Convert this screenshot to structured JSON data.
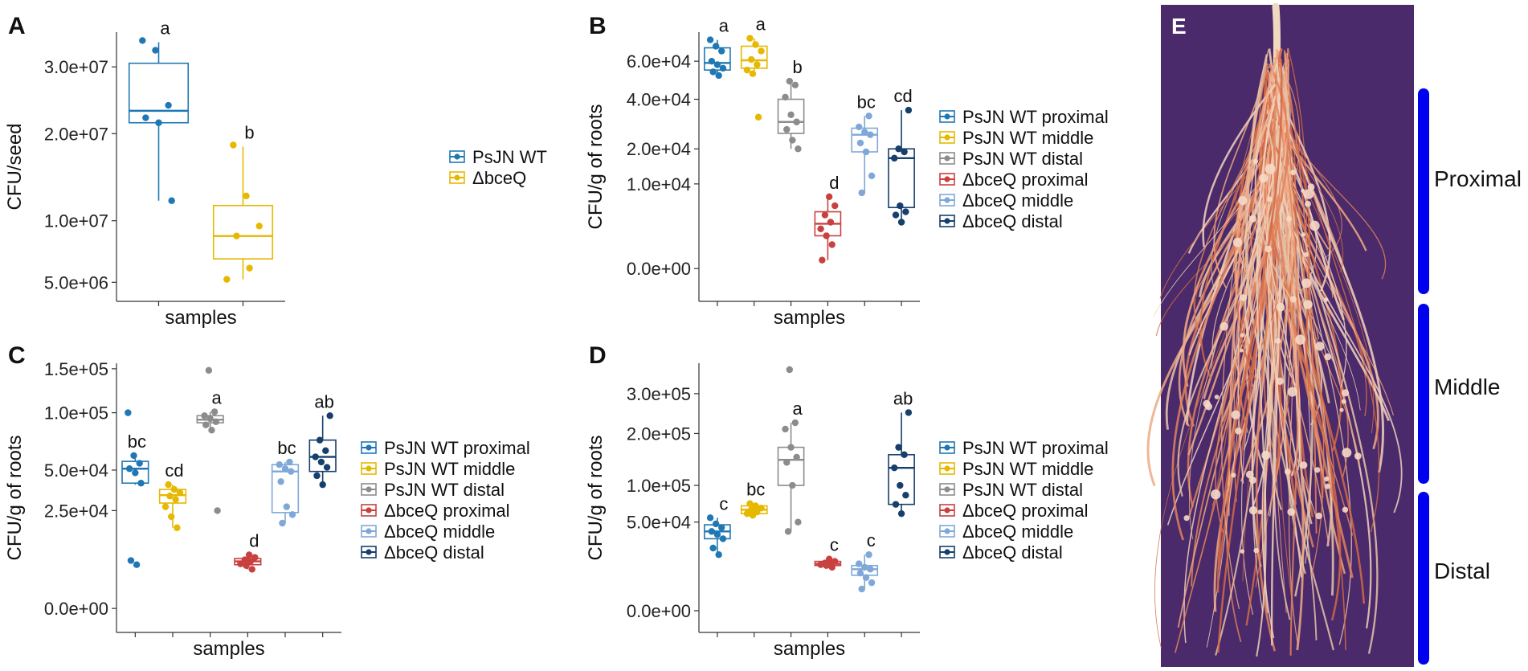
{
  "colors": {
    "wt_proximal": "#1f78b4",
    "wt_middle": "#e6b800",
    "wt_distal": "#8c8c8c",
    "bce_proximal": "#c8413f",
    "bce_middle": "#7fa8d8",
    "bce_distal": "#163f6b",
    "bracket_blue": "#0000ee",
    "photo_bg": "#4a2a6a",
    "root_color": "#e0825c"
  },
  "chart_data": [
    {
      "id": "A",
      "type": "box",
      "panel_label": "A",
      "ylabel": "CFU/seed",
      "xlabel": "samples",
      "y_scale": "sqrt",
      "ylim": [
        3800000,
        36000000
      ],
      "y_ticks": [
        {
          "value": 5000000,
          "label": "5.0e+06"
        },
        {
          "value": 10000000,
          "label": "1.0e+07"
        },
        {
          "value": 20000000,
          "label": "2.0e+07"
        },
        {
          "value": 30000000,
          "label": "3.0e+07"
        }
      ],
      "legend": [
        {
          "label": "PsJN WT",
          "color_key": "wt_proximal"
        },
        {
          "label": "ΔbceQ",
          "color_key": "wt_middle"
        }
      ],
      "groups": [
        {
          "name": "PsJN WT",
          "color_key": "wt_proximal",
          "min": 12000000,
          "q1": 21500000,
          "median": 23200000,
          "q3": 30600000,
          "max": 34200000,
          "sig": "a",
          "points": [
            34500000,
            32800000,
            24000000,
            22200000,
            21500000,
            12000000
          ]
        },
        {
          "name": "ΔbceQ",
          "color_key": "wt_middle",
          "min": 5200000,
          "q1": 6700000,
          "median": 8600000,
          "q3": 11500000,
          "max": 18300000,
          "sig": "b",
          "points": [
            18500000,
            12500000,
            9500000,
            8600000,
            6000000,
            5200000
          ]
        }
      ]
    },
    {
      "id": "B",
      "type": "box",
      "panel_label": "B",
      "ylabel": "CFU/g of roots",
      "xlabel": "samples",
      "y_scale": "sqrt",
      "ylim": [
        -1500,
        78000
      ],
      "y_ticks": [
        {
          "value": 0,
          "label": "0.0e+00"
        },
        {
          "value": 10000,
          "label": "1.0e+04"
        },
        {
          "value": 20000,
          "label": "2.0e+04"
        },
        {
          "value": 40000,
          "label": "4.0e+04"
        },
        {
          "value": 60000,
          "label": "6.0e+04"
        }
      ],
      "legend": [
        {
          "label": "PsJN WT proximal",
          "color_key": "wt_proximal"
        },
        {
          "label": "PsJN WT middle",
          "color_key": "wt_middle"
        },
        {
          "label": "PsJN WT distal",
          "color_key": "wt_distal"
        },
        {
          "label": "ΔbceQ proximal",
          "color_key": "bce_proximal"
        },
        {
          "label": "ΔbceQ middle",
          "color_key": "bce_middle"
        },
        {
          "label": "ΔbceQ distal",
          "color_key": "bce_distal"
        }
      ],
      "groups": [
        {
          "name": "PsJN WT proximal",
          "color_key": "wt_proximal",
          "min": 52000,
          "q1": 55000,
          "median": 59000,
          "q3": 68000,
          "max": 73000,
          "sig": "a",
          "points": [
            73000,
            69000,
            66000,
            60000,
            58000,
            56000,
            54000,
            52000
          ]
        },
        {
          "name": "PsJN WT middle",
          "color_key": "wt_middle",
          "min": 53000,
          "q1": 56000,
          "median": 60500,
          "q3": 69000,
          "max": 74000,
          "sig": "a",
          "points": [
            74000,
            70000,
            66000,
            61000,
            58000,
            55000,
            53000,
            32000
          ]
        },
        {
          "name": "PsJN WT distal",
          "color_key": "wt_distal",
          "min": 20000,
          "q1": 25500,
          "median": 30000,
          "q3": 40000,
          "max": 49000,
          "sig": "b",
          "points": [
            49000,
            47000,
            41000,
            33000,
            30000,
            27000,
            23000,
            20000
          ]
        },
        {
          "name": "ΔbceQ proximal",
          "color_key": "bce_proximal",
          "min": 100,
          "q1": 1500,
          "median": 2800,
          "q3": 4500,
          "max": 7200,
          "sig": "d",
          "points": [
            7200,
            5500,
            4000,
            3000,
            2200,
            1500,
            800,
            100
          ]
        },
        {
          "name": "ΔbceQ middle",
          "color_key": "bce_middle",
          "min": 8000,
          "q1": 19000,
          "median": 25000,
          "q3": 27500,
          "max": 32500,
          "sig": "bc",
          "points": [
            32500,
            28000,
            26000,
            25000,
            22000,
            19000,
            12000,
            8000
          ]
        },
        {
          "name": "ΔbceQ distal",
          "color_key": "bce_distal",
          "min": 3000,
          "q1": 5200,
          "median": 17000,
          "q3": 20000,
          "max": 35000,
          "sig": "cd",
          "points": [
            35000,
            20000,
            19000,
            17000,
            5500,
            4500,
            4000,
            3000
          ]
        }
      ]
    },
    {
      "id": "C",
      "type": "box",
      "panel_label": "C",
      "ylabel": "CFU/g of roots",
      "xlabel": "samples",
      "y_scale": "sqrt",
      "ylim": [
        -1500,
        157000
      ],
      "y_ticks": [
        {
          "value": 0,
          "label": "0.0e+00"
        },
        {
          "value": 25000,
          "label": "2.5e+04"
        },
        {
          "value": 50000,
          "label": "5.0e+04"
        },
        {
          "value": 100000,
          "label": "1.0e+05"
        },
        {
          "value": 150000,
          "label": "1.5e+05"
        }
      ],
      "legend": [
        {
          "label": "PsJN WT proximal",
          "color_key": "wt_proximal"
        },
        {
          "label": "PsJN WT middle",
          "color_key": "wt_middle"
        },
        {
          "label": "PsJN WT distal",
          "color_key": "wt_distal"
        },
        {
          "label": "ΔbceQ proximal",
          "color_key": "bce_proximal"
        },
        {
          "label": "ΔbceQ middle",
          "color_key": "bce_middle"
        },
        {
          "label": "ΔbceQ distal",
          "color_key": "bce_distal"
        }
      ],
      "groups": [
        {
          "name": "PsJN WT proximal",
          "color_key": "wt_proximal",
          "min": 40000,
          "q1": 41000,
          "median": 51000,
          "q3": 56500,
          "max": 61000,
          "sig": "bc",
          "points": [
            100000,
            61000,
            55000,
            51000,
            48000,
            41000,
            6000,
            5000
          ]
        },
        {
          "name": "PsJN WT middle",
          "color_key": "wt_middle",
          "min": 17000,
          "q1": 29000,
          "median": 33500,
          "q3": 37000,
          "max": 40000,
          "sig": "cd",
          "points": [
            40000,
            37000,
            35000,
            33000,
            31000,
            27000,
            22000,
            17000
          ]
        },
        {
          "name": "PsJN WT distal",
          "color_key": "wt_distal",
          "min": 83000,
          "q1": 90000,
          "median": 93000,
          "q3": 97000,
          "max": 101000,
          "sig": "a",
          "points": [
            148000,
            101000,
            97000,
            94000,
            91000,
            88000,
            83000,
            25000
          ]
        },
        {
          "name": "ΔbceQ proximal",
          "color_key": "bce_proximal",
          "min": 4000,
          "q1": 5000,
          "median": 5800,
          "q3": 6500,
          "max": 7500,
          "sig": "d",
          "points": [
            7500,
            6800,
            6200,
            5800,
            5200,
            4800,
            4000
          ]
        },
        {
          "name": "ΔbceQ middle",
          "color_key": "bce_middle",
          "min": 19000,
          "q1": 24000,
          "median": 49000,
          "q3": 54000,
          "max": 56000,
          "sig": "bc",
          "points": [
            56000,
            54000,
            51000,
            49000,
            42000,
            27000,
            23000,
            19000
          ]
        },
        {
          "name": "ΔbceQ distal",
          "color_key": "bce_distal",
          "min": 40000,
          "q1": 49000,
          "median": 60000,
          "q3": 74000,
          "max": 97000,
          "sig": "ab",
          "points": [
            97000,
            74000,
            65000,
            60000,
            56000,
            52000,
            46000,
            40000
          ]
        }
      ]
    },
    {
      "id": "D",
      "type": "box",
      "panel_label": "D",
      "ylabel": "CFU/g of roots",
      "xlabel": "samples",
      "y_scale": "sqrt",
      "ylim": [
        -3000,
        390000
      ],
      "y_ticks": [
        {
          "value": 0,
          "label": "0.0e+00"
        },
        {
          "value": 50000,
          "label": "5.0e+04"
        },
        {
          "value": 100000,
          "label": "1.0e+05"
        },
        {
          "value": 200000,
          "label": "2.0e+05"
        },
        {
          "value": 300000,
          "label": "3.0e+05"
        }
      ],
      "legend": [
        {
          "label": "PsJN WT proximal",
          "color_key": "wt_proximal"
        },
        {
          "label": "PsJN WT middle",
          "color_key": "wt_middle"
        },
        {
          "label": "PsJN WT distal",
          "color_key": "wt_distal"
        },
        {
          "label": "ΔbceQ proximal",
          "color_key": "bce_proximal"
        },
        {
          "label": "ΔbceQ middle",
          "color_key": "bce_middle"
        },
        {
          "label": "ΔbceQ distal",
          "color_key": "bce_distal"
        }
      ],
      "groups": [
        {
          "name": "PsJN WT proximal",
          "color_key": "wt_proximal",
          "min": 20000,
          "q1": 33000,
          "median": 40000,
          "q3": 47000,
          "max": 55000,
          "sig": "c",
          "points": [
            55000,
            48000,
            44000,
            40000,
            37000,
            33000,
            25000,
            20000
          ]
        },
        {
          "name": "PsJN WT middle",
          "color_key": "wt_middle",
          "min": 58000,
          "q1": 60000,
          "median": 65000,
          "q3": 70000,
          "max": 73000,
          "sig": "bc",
          "points": [
            73000,
            70000,
            67000,
            65000,
            62000,
            60000,
            58000
          ]
        },
        {
          "name": "PsJN WT distal",
          "color_key": "wt_distal",
          "min": 40000,
          "q1": 100000,
          "median": 145000,
          "q3": 170000,
          "max": 225000,
          "sig": "a",
          "points": [
            370000,
            225000,
            210000,
            170000,
            150000,
            140000,
            100000,
            50000,
            40000
          ]
        },
        {
          "name": "ΔbceQ proximal",
          "color_key": "bce_proximal",
          "min": 12000,
          "q1": 13000,
          "median": 14000,
          "q3": 15500,
          "max": 17000,
          "sig": "c",
          "points": [
            17000,
            15500,
            14500,
            14000,
            13500,
            13000,
            12000
          ]
        },
        {
          "name": "ΔbceQ middle",
          "color_key": "bce_middle",
          "min": 3000,
          "q1": 8000,
          "median": 11000,
          "q3": 13000,
          "max": 20000,
          "sig": "c",
          "points": [
            20000,
            14000,
            12000,
            11000,
            9000,
            7000,
            5000,
            3000
          ]
        },
        {
          "name": "ΔbceQ distal",
          "color_key": "bce_distal",
          "min": 60000,
          "q1": 72000,
          "median": 130000,
          "q3": 155000,
          "max": 250000,
          "sig": "ab",
          "points": [
            250000,
            170000,
            155000,
            130000,
            100000,
            85000,
            72000,
            60000
          ]
        }
      ]
    }
  ],
  "photo": {
    "panel_label": "E",
    "sections": [
      "Proximal",
      "Middle",
      "Distal"
    ]
  }
}
